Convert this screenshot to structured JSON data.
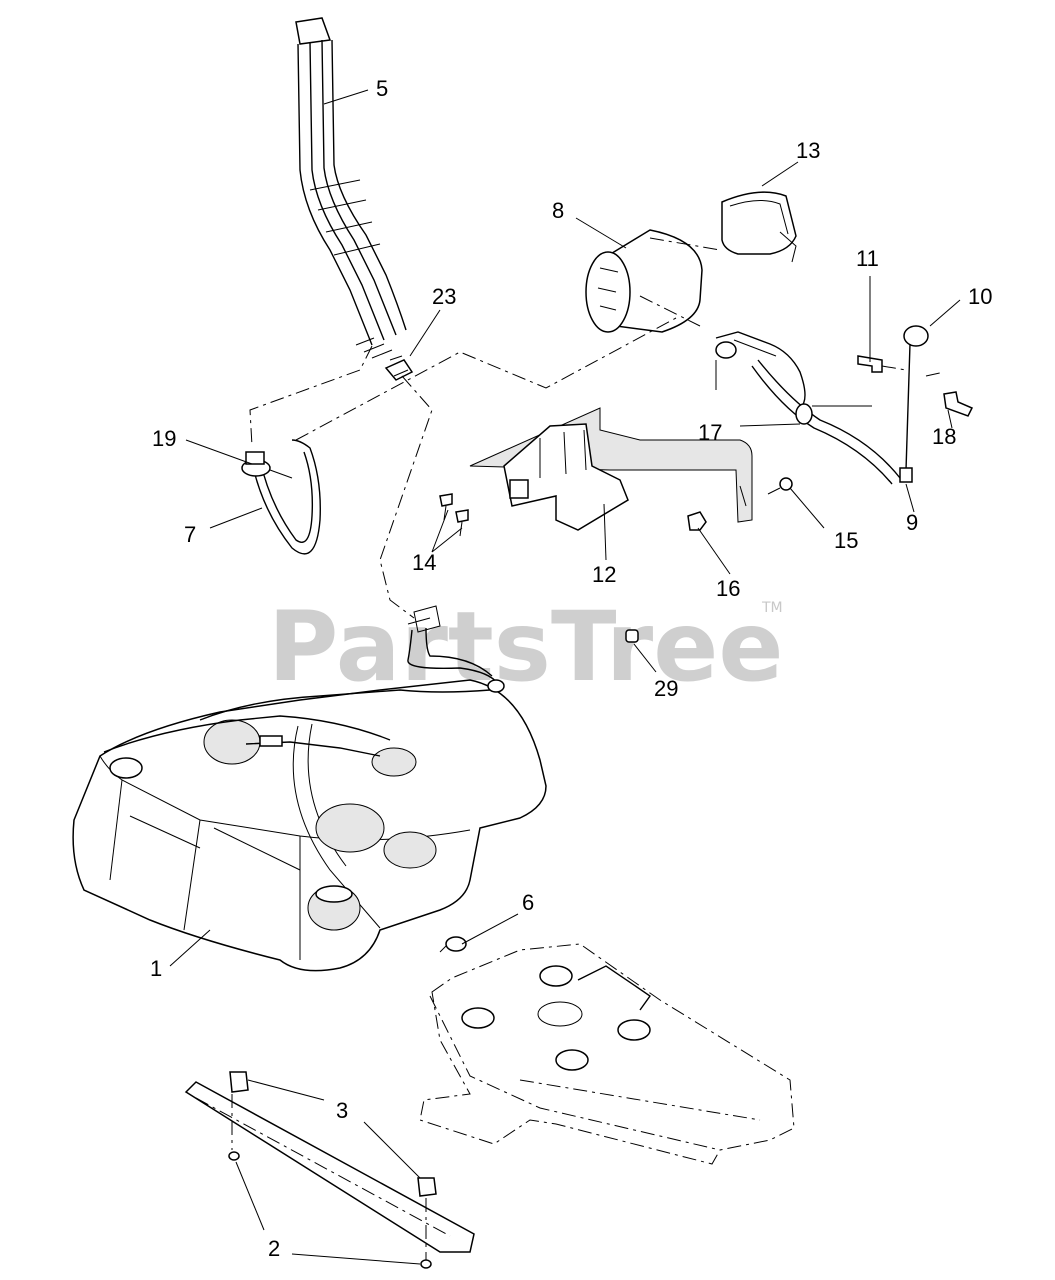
{
  "watermark": {
    "text": "PartsTree",
    "trademark": "TM"
  },
  "callouts": {
    "c1": "1",
    "c2": "2",
    "c3": "3",
    "c5": "5",
    "c6": "6",
    "c7": "7",
    "c8": "8",
    "c9": "9",
    "c10": "10",
    "c11": "11",
    "c12": "12",
    "c13": "13",
    "c14": "14",
    "c15": "15",
    "c16": "16",
    "c17": "17",
    "c18": "18",
    "c19": "19",
    "c23": "23",
    "c29": "29"
  }
}
